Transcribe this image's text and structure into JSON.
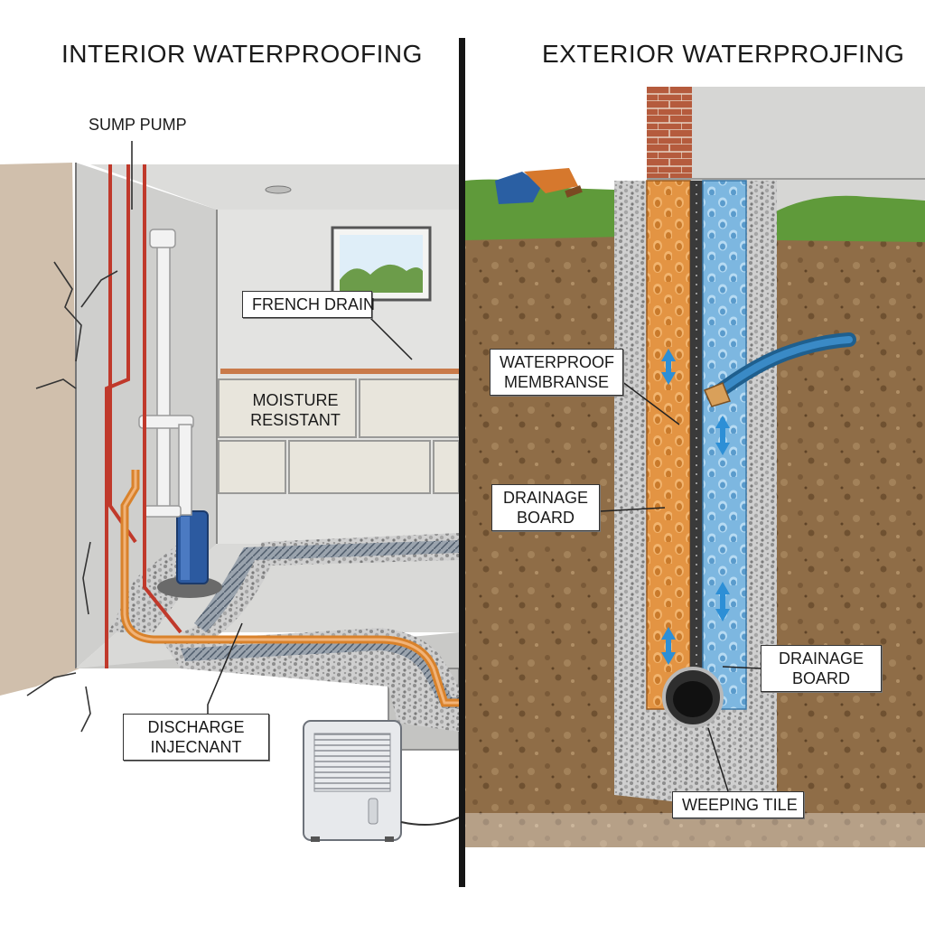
{
  "panels": {
    "interior": {
      "title": "INTERIOR WATERPROOFING",
      "labels": {
        "sump_pump": "SUMP PUMP",
        "french_drain": "FRENCH DRAIN",
        "moisture_line1": "MOISTURE",
        "moisture_line2": "RESISTANT",
        "discharge_line1": "DISCHARGE",
        "discharge_line2": "INJECNANT"
      }
    },
    "exterior": {
      "title": "EXTERIOR WATERPROJFING",
      "labels": {
        "membrane_line1": "WATERPROOF",
        "membrane_line2": "MEMBRANSE",
        "drainage_left_line1": "DRAINAGE",
        "drainage_left_line2": "BOARD",
        "drainage_right_line1": "DRAINAGE",
        "drainage_right_line2": "BOARD",
        "weeping_tile": "WEEPING TILE"
      }
    }
  },
  "colors": {
    "soil": "#8a6a45",
    "concrete": "#d6d6d4",
    "drainage_board": "#e4953f",
    "membrane": "#7fb9e2",
    "gravel": "#b8b8b8",
    "grass": "#5f9a3a",
    "brick": "#b45a3c",
    "pipe_orange": "#d9822b",
    "pipe_red": "#c0392b",
    "pump_blue": "#2c5aa0"
  }
}
